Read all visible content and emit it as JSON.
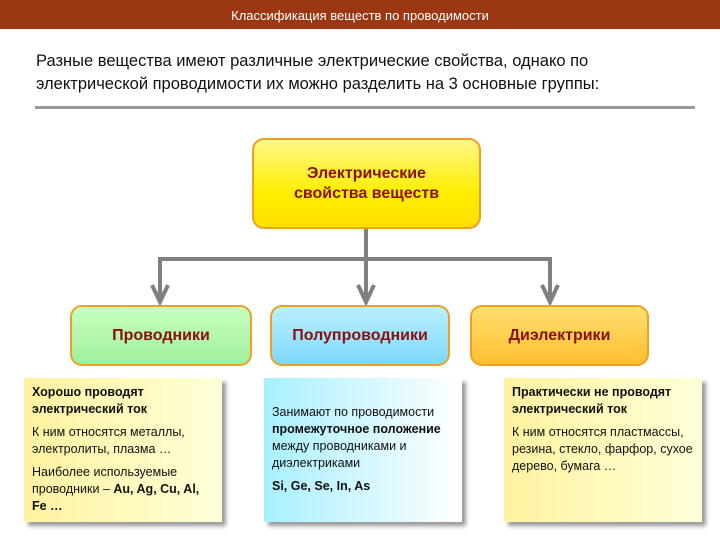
{
  "header": {
    "title": "Классификация веществ по проводимости"
  },
  "intro": "Разные вещества имеют различные электрические свойства, однако по электрической проводимости их можно разделить на 3 основные группы:",
  "root": {
    "label": "Электрические свойства веществ"
  },
  "categories": [
    {
      "label": "Проводники"
    },
    {
      "label": "Полупроводники"
    },
    {
      "label": "Диэлектрики"
    }
  ],
  "notes": {
    "conductors": {
      "heading": "Хорошо проводят электрический ток",
      "examples": "К ним относятся металлы, электролиты, плазма …",
      "common_prefix": "Наиболее используемые проводники –",
      "common_bold": "Au, Ag, Cu, Al, Fe …"
    },
    "semiconductors": {
      "t1": "Занимают по проводимости",
      "bold": "промежуточное положение",
      "t2": "между проводниками и диэлектриками",
      "elements": "Si, Ge, Se, In, As"
    },
    "dielectrics": {
      "heading": "Практически не проводят электрический ток",
      "examples": "К ним относятся пластмассы, резина, стекло, фарфор, сухое дерево, бумага …"
    }
  }
}
